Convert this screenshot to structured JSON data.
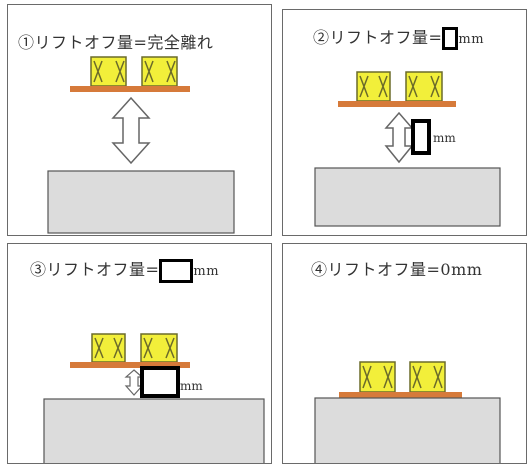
{
  "panels": [
    {
      "title": "①リフトオフ量=完全離れ"
    },
    {
      "title_prefix": "②リフトオフ量=",
      "title_unit": "mm",
      "gap_unit": "mm"
    },
    {
      "title_prefix": "③リフトオフ量=",
      "title_unit": "mm",
      "gap_unit": "mm"
    },
    {
      "title": "④リフトオフ量=0mm"
    }
  ],
  "colors": {
    "component_fill": "#f2ef3a",
    "component_stroke": "#6b6b2a",
    "board": "#d67a3a",
    "base_fill": "#dcdcdc",
    "base_stroke": "#555555",
    "border": "#6a6a6a"
  }
}
